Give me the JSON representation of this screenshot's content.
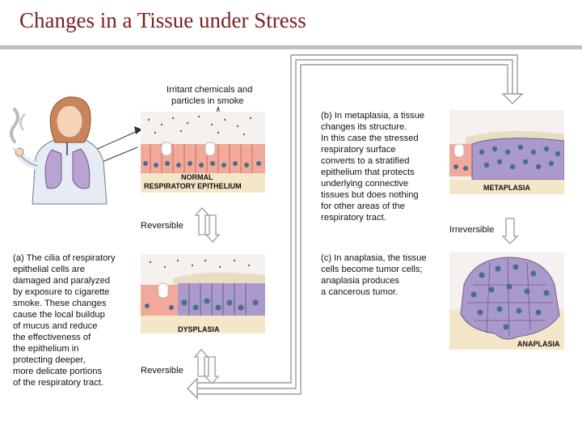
{
  "title": "Changes in a Tissue under Stress",
  "irritant_label": [
    "Irritant chemicals and",
    "particles in smoke"
  ],
  "normal_label": [
    "NORMAL",
    "RESPIRATORY EPITHELIUM"
  ],
  "metaplasia_label": "METAPLASIA",
  "dysplasia_label": "DYSPLASIA",
  "anaplasia_label": "ANAPLASIA",
  "reversible_top": "Reversible",
  "reversible_bottom": "Reversible",
  "irreversible": "Irreversible",
  "caption_a": [
    "(a) The cilia of respiratory",
    "epithelial cells are",
    "damaged and paralyzed",
    "by exposure to cigarette",
    "smoke. These changes",
    "cause the local buildup",
    "of mucus and reduce",
    "the effectiveness of",
    "the epithelium in",
    "protecting deeper,",
    "more delicate portions",
    "of the respiratory tract."
  ],
  "caption_b": [
    "(b) In metaplasia, a tissue",
    "changes its structure.",
    "In this case the stressed",
    "respiratory surface",
    "converts to a stratified",
    "epithelium that protects",
    "underlying connective",
    "tissues but does nothing",
    "for other areas of the",
    "respiratory tract."
  ],
  "caption_c": [
    "(c) In anaplasia, the tissue",
    "cells become tumor cells;",
    "anaplasia produces",
    "a cancerous tumor."
  ],
  "colors": {
    "title": "#7a1f1f",
    "tissue_pink": "#f2a99a",
    "cell_purple": "#a99acb",
    "nucleus": "#4a6d8f",
    "connective": "#f4e6c8"
  }
}
